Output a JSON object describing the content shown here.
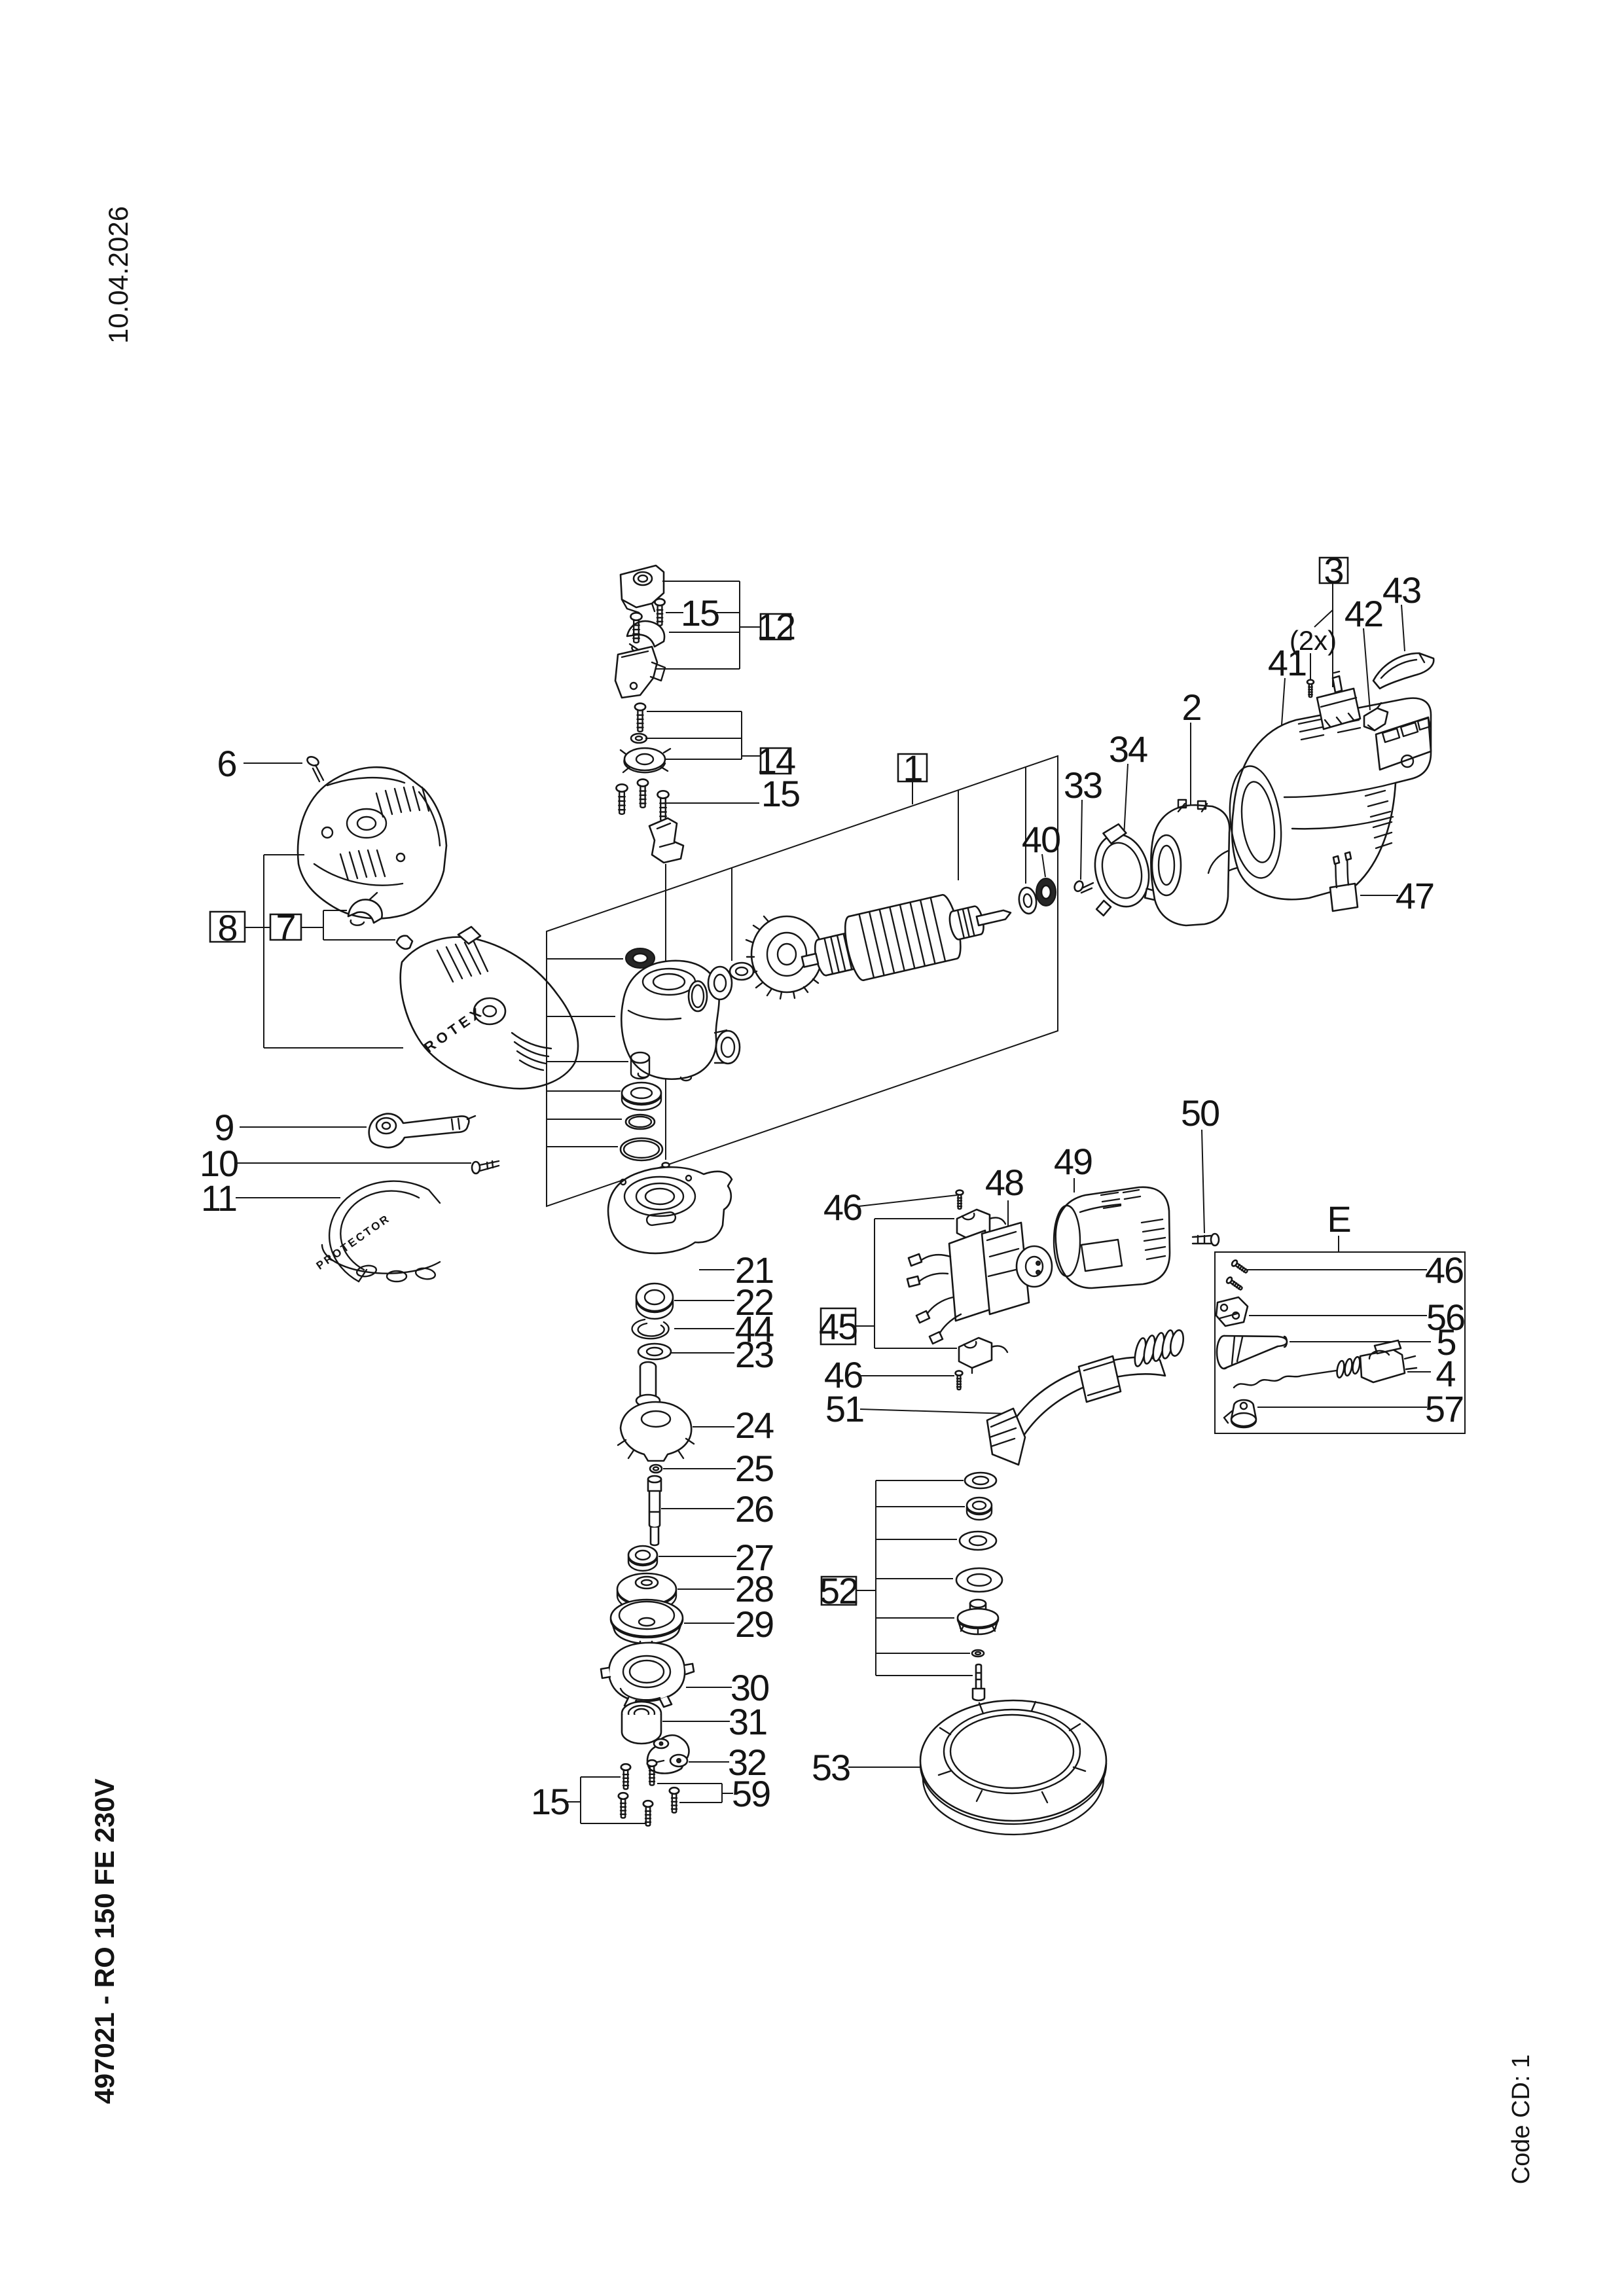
{
  "page": {
    "date": "10.04.2026",
    "doc_title": "497021 - RO 150 FE 230V",
    "code": "Code CD: 1"
  },
  "labels": {
    "n1": "1",
    "n2": "2",
    "n3": "3",
    "n4": "4",
    "n5": "5",
    "n6": "6",
    "n7": "7",
    "n8": "8",
    "n9": "9",
    "n10": "10",
    "n11": "11",
    "n12": "12",
    "n14": "14",
    "n15": "15",
    "n21": "21",
    "n22": "22",
    "n23": "23",
    "n24": "24",
    "n25": "25",
    "n26": "26",
    "n27": "27",
    "n28": "28",
    "n29": "29",
    "n30": "30",
    "n31": "31",
    "n32": "32",
    "n33": "33",
    "n34": "34",
    "n40": "40",
    "n41": "41",
    "n42": "42",
    "n43": "43",
    "n44": "44",
    "n45": "45",
    "n46": "46",
    "n47": "47",
    "n48": "48",
    "n49": "49",
    "n50": "50",
    "n51": "51",
    "n52": "52",
    "n53": "53",
    "n56": "56",
    "n57": "57",
    "n59": "59",
    "qty2x": "(2x)",
    "groupE": "E"
  },
  "inscriptions": {
    "rotex": "ROTEX",
    "protector": "PROTECTOR"
  }
}
